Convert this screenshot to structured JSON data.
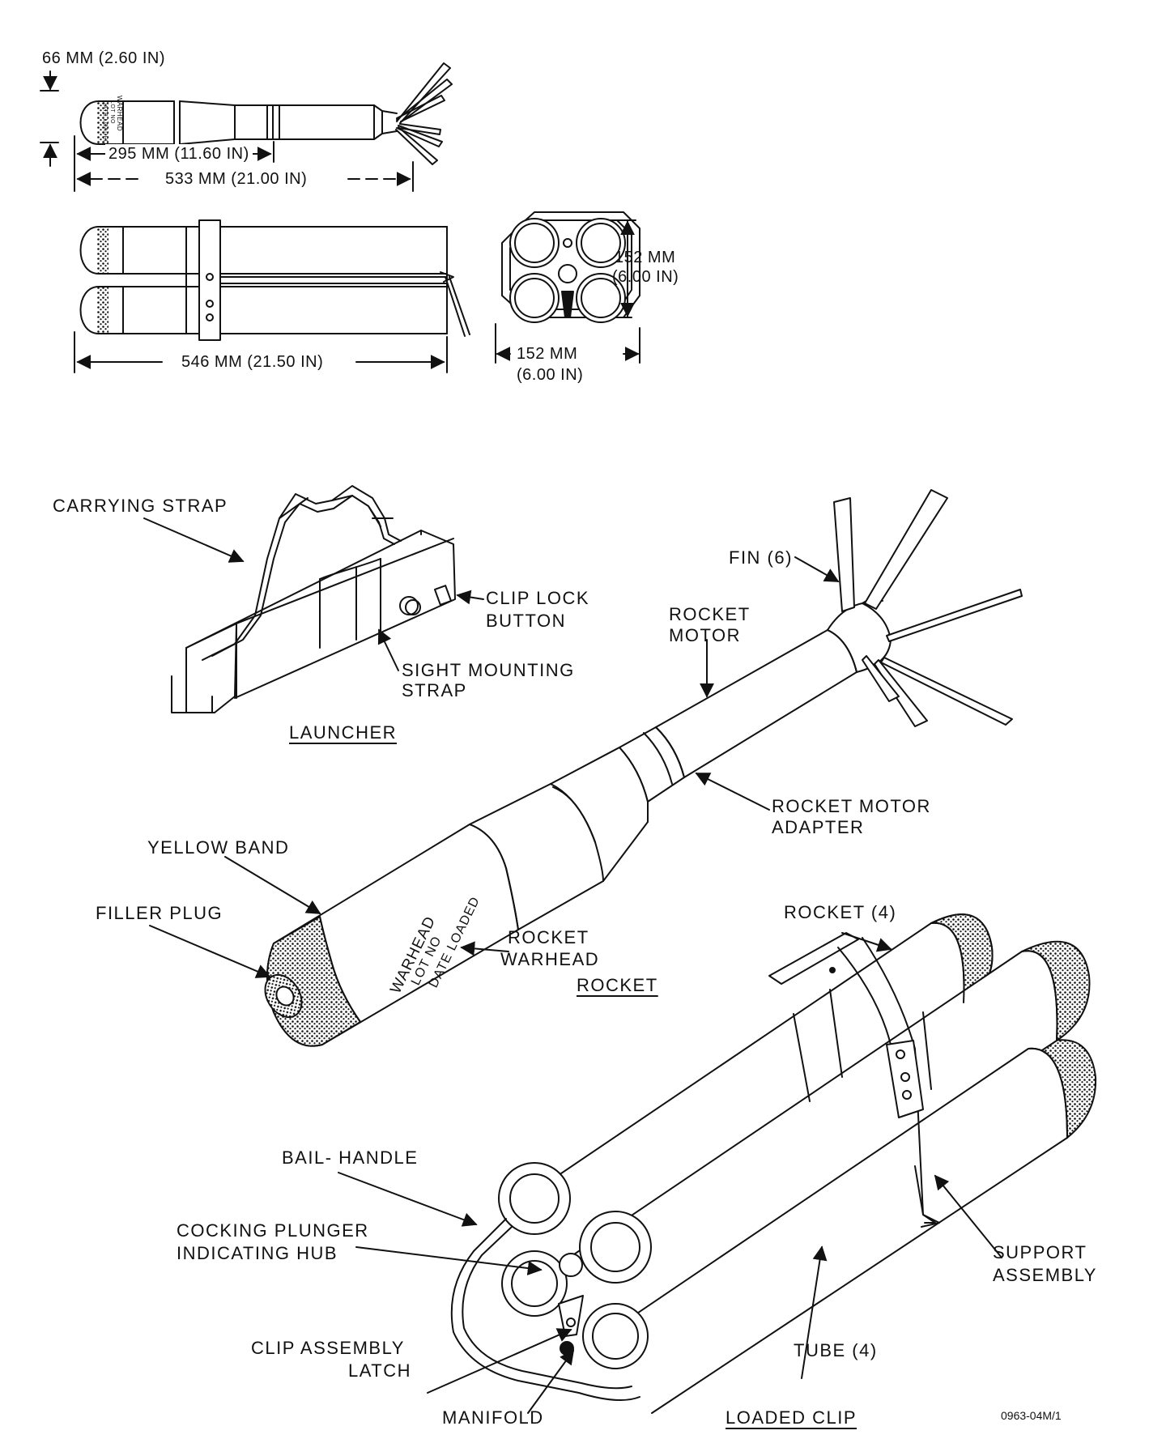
{
  "dimensions": {
    "diameter": "66 MM (2.60 IN)",
    "warhead_length": "295 MM (11.60 IN)",
    "rocket_length": "533 MM (21.00 IN)",
    "clip_length": "546 MM (21.50 IN)",
    "clip_height_mm": "152 MM",
    "clip_height_in": "(6.00 IN)",
    "clip_width_mm": "152 MM",
    "clip_width_in": "(6.00 IN)"
  },
  "small_rocket_marking": [
    "WARHEAD",
    "LOT NO",
    "DATE LOADED"
  ],
  "launcher": {
    "title": "LAUNCHER",
    "carrying_strap": "CARRYING STRAP",
    "clip_lock_button": [
      "CLIP LOCK",
      "BUTTON"
    ],
    "sight_mounting_strap": [
      "SIGHT MOUNTING",
      "STRAP"
    ]
  },
  "rocket": {
    "title": "ROCKET",
    "fin": "FIN (6)",
    "rocket_motor": [
      "ROCKET",
      "MOTOR"
    ],
    "rocket_motor_adapter": [
      "ROCKET MOTOR",
      "ADAPTER"
    ],
    "yellow_band": "YELLOW BAND",
    "filler_plug": "FILLER PLUG",
    "rocket_warhead": [
      "ROCKET",
      "WARHEAD"
    ],
    "warhead_marking": [
      "WARHEAD",
      "LOT NO",
      "DATE LOADED"
    ]
  },
  "loaded_clip": {
    "title": "LOADED CLIP",
    "rocket_count": "ROCKET (4)",
    "bail_handle": "BAIL- HANDLE",
    "cocking_plunger": [
      "COCKING PLUNGER",
      "INDICATING HUB"
    ],
    "support_assembly": [
      "SUPPORT",
      "ASSEMBLY"
    ],
    "clip_assembly_latch": [
      "CLIP ASSEMBLY",
      "LATCH"
    ],
    "manifold": "MANIFOLD",
    "tube": "TUBE (4)"
  },
  "figure_code": "0963-04M/1"
}
